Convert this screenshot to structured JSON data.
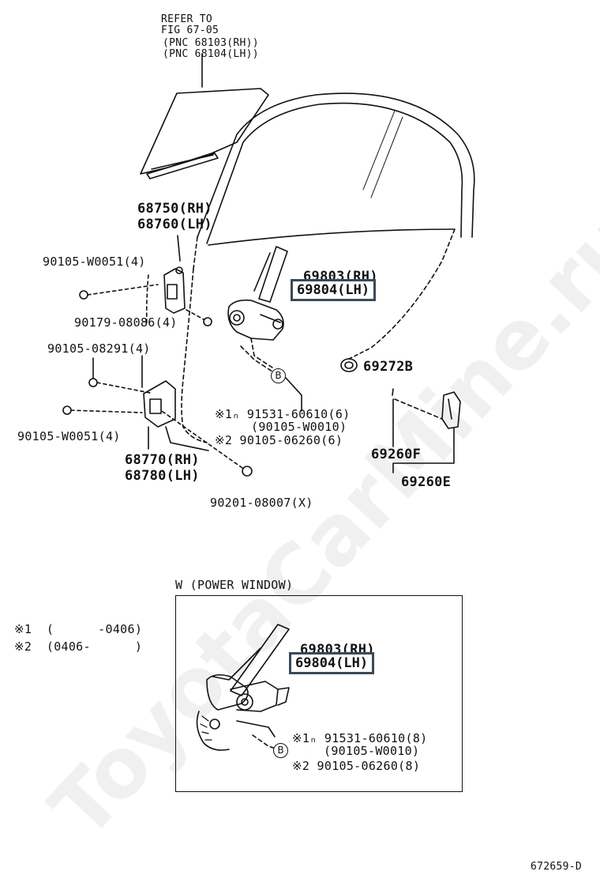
{
  "watermark": "ToyotaCarMine.ru",
  "refer": {
    "line1": "REFER TO",
    "line2": "FIG 67-05",
    "line3": "(PNC 68103(RH))",
    "line4": "(PNC 68104(LH))"
  },
  "parts": {
    "p68750": "68750(RH)",
    "p68760": "68760(LH)",
    "p90105_w0051_a": "90105-W0051(4)",
    "p90179": "90179-08086(4)",
    "p90105_08291": "90105-08291(4)",
    "p90105_w0051_b": "90105-W0051(4)",
    "p68770": "68770(RH)",
    "p68780": "68780(LH)",
    "p69803_top": "69803(RH)",
    "p69804_top": "69804(LH)",
    "p69272b": "69272B",
    "p69260f": "69260F",
    "p69260e": "69260E",
    "p90201": "90201-08007(X)",
    "b_note1": "※1ₙ 91531-60610(6)",
    "b_note1b": "(90105-W0010)",
    "b_note2": "※2 90105-06260(6)",
    "b_marker": "B"
  },
  "legend": {
    "l1": "※1  (      -0406)",
    "l2": "※2  (0406-      )"
  },
  "power_window": {
    "title": "W (POWER WINDOW)",
    "p69803": "69803(RH)",
    "p69804": "69804(LH)",
    "note1": "※1ₙ 91531-60610(8)",
    "note1b": "(90105-W0010)",
    "note2": "※2 90105-06260(8)",
    "b_marker": "B"
  },
  "figure_number": "672659-D"
}
